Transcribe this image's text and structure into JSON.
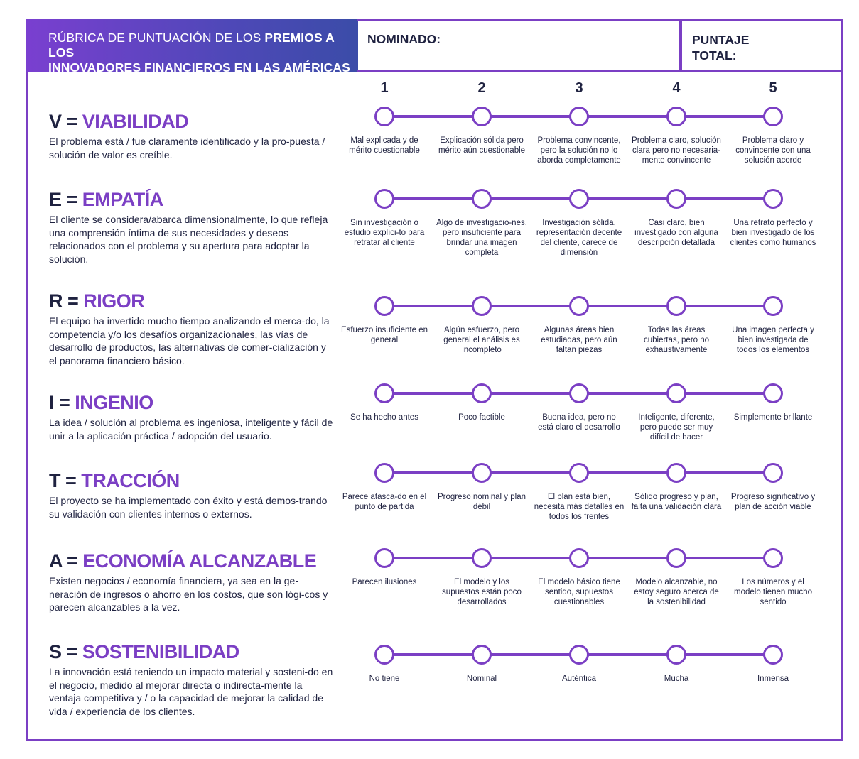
{
  "header": {
    "title_light": "RÚBRICA DE PUNTUACIÓN DE LOS ",
    "title_bold_1": "PREMIOS A LOS",
    "title_bold_2": "INNOVADORES FINANCIEROS EN LAS AMÉRICAS",
    "nominee_label": "NOMINADO:",
    "score_label_1": "PUNTAJE",
    "score_label_2": "TOTAL:"
  },
  "scale": [
    "1",
    "2",
    "3",
    "4",
    "5"
  ],
  "criteria": [
    {
      "letter": "V =",
      "word": "VIABILIDAD",
      "description": "El problema está / fue claramente identificado y la pro-puesta / solución de valor es creíble.",
      "levels": [
        "Mal explicada y de mérito cuestionable",
        "Explicación sólida pero mérito aún cuestionable",
        "Problema convincente, pero la solución no lo aborda completamente",
        "Problema claro, solución clara pero no necesaria-mente convincente",
        "Problema claro y convincente con una solución acorde"
      ]
    },
    {
      "letter": "E =",
      "word": "EMPATÍA",
      "description": "El cliente se considera/abarca dimensionalmente, lo que refleja una comprensión íntima de sus necesidades y deseos relacionados con el problema y su apertura para adoptar la solución.",
      "levels": [
        "Sin investigación o estudio explíci-to para retratar al cliente",
        "Algo de investigacio-nes, pero insuficiente para brindar una imagen completa",
        "Investigación sólida, representación decente del cliente, carece de dimensión",
        "Casi claro, bien investigado con alguna descripción detallada",
        "Una retrato perfecto y bien investigado de los clientes como humanos"
      ]
    },
    {
      "letter": "R =",
      "word": "RIGOR",
      "description": "El equipo ha invertido mucho tiempo analizando el merca-do, la competencia y/o los desafíos organizacionales, las vías de desarrollo de productos, las alternativas de comer-cialización y el panorama financiero básico.",
      "levels": [
        "Esfuerzo insuficiente en general",
        "Algún esfuerzo, pero general el análisis es incompleto",
        "Algunas áreas bien estudiadas, pero aún faltan piezas",
        "Todas las áreas cubiertas, pero no exhaustivamente",
        "Una imagen perfecta y bien investigada de todos los elementos"
      ]
    },
    {
      "letter": "I =",
      "word": "INGENIO",
      "description": "La idea / solución al problema es ingeniosa, inteligente y fácil de unir a la aplicación práctica / adopción del usuario.",
      "levels": [
        "Se ha hecho antes",
        "Poco factible",
        "Buena idea, pero no está claro el desarrollo",
        "Inteligente, diferente, pero puede ser muy difícil de hacer",
        "Simplemente brillante"
      ]
    },
    {
      "letter": "T =",
      "word": "TRACCIÓN",
      "description": "El proyecto se ha implementado con éxito y está demos-trando su validación con clientes internos o externos.",
      "levels": [
        "Parece atasca-do en el punto de partida",
        "Progreso nominal y plan débil",
        "El plan está bien, necesita más detalles en todos los frentes",
        "Sólido progreso y plan, falta una validación clara",
        "Progreso significativo y plan de acción viable"
      ]
    },
    {
      "letter": "A =",
      "word": "ECONOMÍA ALCANZABLE",
      "description": "Existen negocios / economía financiera, ya sea en la ge-neración de ingresos o ahorro en los costos, que son lógi-cos y parecen alcanzables a la vez.",
      "levels": [
        "Parecen ilusiones",
        "El modelo y los supuestos están poco desarrollados",
        "El modelo básico tiene sentido, supuestos cuestionables",
        "Modelo alcanzable, no estoy seguro acerca de la sostenibilidad",
        "Los números y el modelo tienen mucho sentido"
      ]
    },
    {
      "letter": "S =",
      "word": "SOSTENIBILIDAD",
      "description": "La innovación está teniendo un impacto material y sosteni-do en el negocio, medido al mejorar directa o indirecta-mente la ventaja competitiva y / o la capacidad de mejorar la calidad de vida / experiencia de los clientes.",
      "levels": [
        "No tiene",
        "Nominal",
        "Auténtica",
        "Mucha",
        "Inmensa"
      ]
    }
  ],
  "colors": {
    "accent": "#7b3fc4",
    "text": "#1f2240",
    "header_gradient_start": "#7a3fd0",
    "header_gradient_end": "#3b4ca8"
  }
}
